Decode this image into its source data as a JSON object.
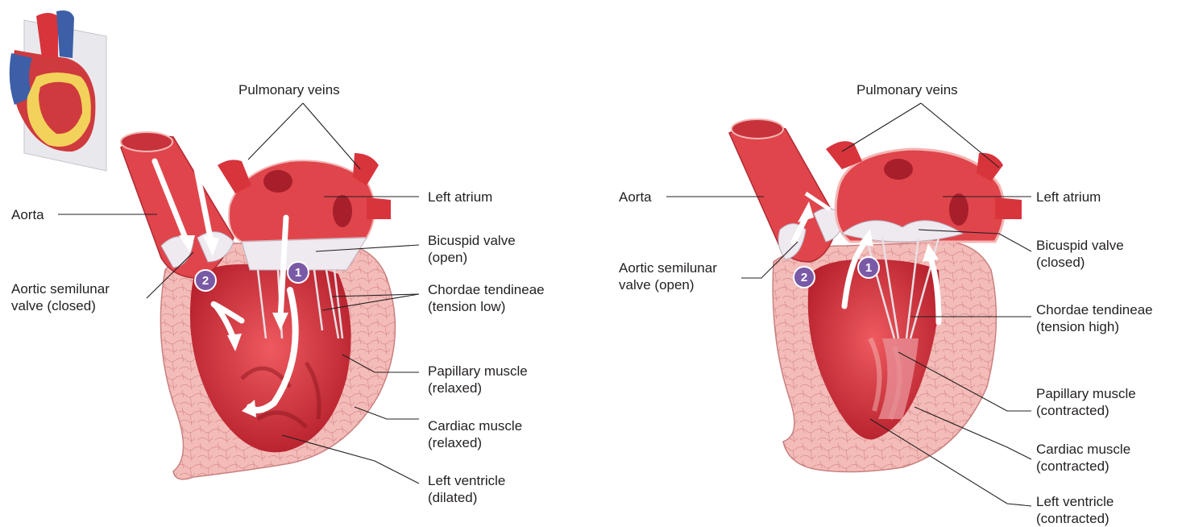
{
  "left_panel": {
    "pulmonary_veins": "Pulmonary veins",
    "aorta": "Aorta",
    "left_atrium": "Left atrium",
    "bicuspid_valve": [
      "Bicuspid valve",
      "(open)"
    ],
    "aortic_semilunar_valve": [
      "Aortic semilunar",
      "valve (closed)"
    ],
    "chordae_tendineae": [
      "Chordae tendineae",
      "(tension low)"
    ],
    "papillary_muscle": [
      "Papillary muscle",
      "(relaxed)"
    ],
    "cardiac_muscle": [
      "Cardiac muscle",
      "(relaxed)"
    ],
    "left_ventricle": [
      "Left ventricle",
      "(dilated)"
    ],
    "step_markers": [
      "1",
      "2"
    ]
  },
  "right_panel": {
    "pulmonary_veins": "Pulmonary veins",
    "aorta": "Aorta",
    "left_atrium": "Left atrium",
    "bicuspid_valve": [
      "Bicuspid valve",
      "(closed)"
    ],
    "aortic_semilunar_valve": [
      "Aortic semilunar",
      "valve (open)"
    ],
    "chordae_tendineae": [
      "Chordae tendineae",
      "(tension high)"
    ],
    "papillary_muscle": [
      "Papillary muscle",
      "(contracted)"
    ],
    "cardiac_muscle": [
      "Cardiac muscle",
      "(contracted)"
    ],
    "left_ventricle": [
      "Left ventricle",
      "(contracted)"
    ],
    "step_markers": [
      "1",
      "2"
    ]
  },
  "colors": {
    "myocardium_pink": "#f2b6b4",
    "chamber_red": "#d8343c",
    "vessel_red": "#e0454c",
    "valve_white": "#eeeaf0",
    "marker_purple": "#7a5aa6",
    "leader_line": "#231f20",
    "thumb_blue": "#3d5fa8",
    "thumb_yellow": "#f2d25a"
  }
}
